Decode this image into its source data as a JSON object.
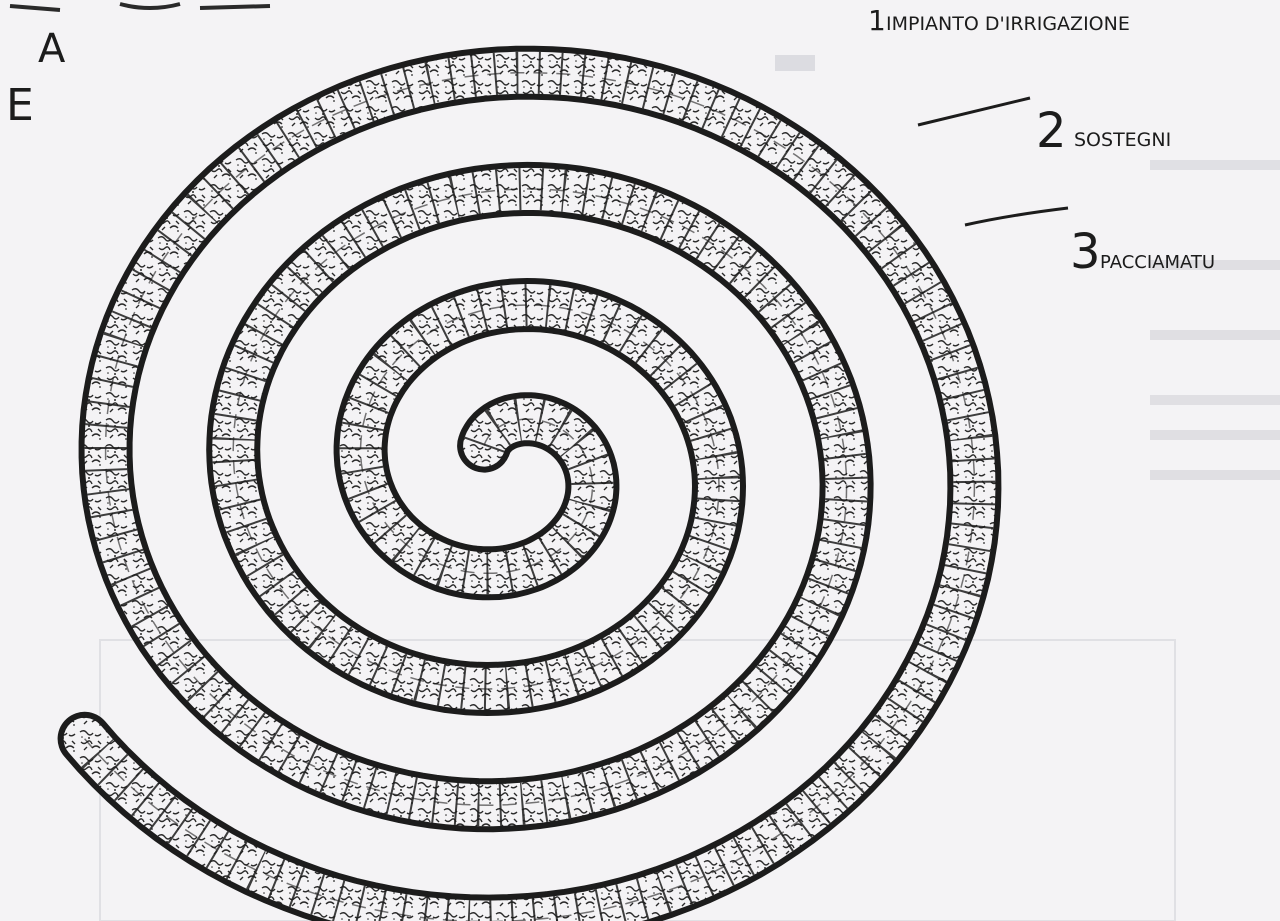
{
  "corner_letters": {
    "top": "A",
    "left": "E"
  },
  "labels": [
    {
      "number": "1",
      "text": "IMPIANTO D'IRRIGAZIONE"
    },
    {
      "number": "2",
      "text": "SOSTEGNI"
    },
    {
      "number": "3",
      "text": "PACCIAMATU"
    }
  ],
  "colors": {
    "ink": "#1c1c1c",
    "paper": "#f4f3f5",
    "show_through": "#c9c9cf"
  }
}
